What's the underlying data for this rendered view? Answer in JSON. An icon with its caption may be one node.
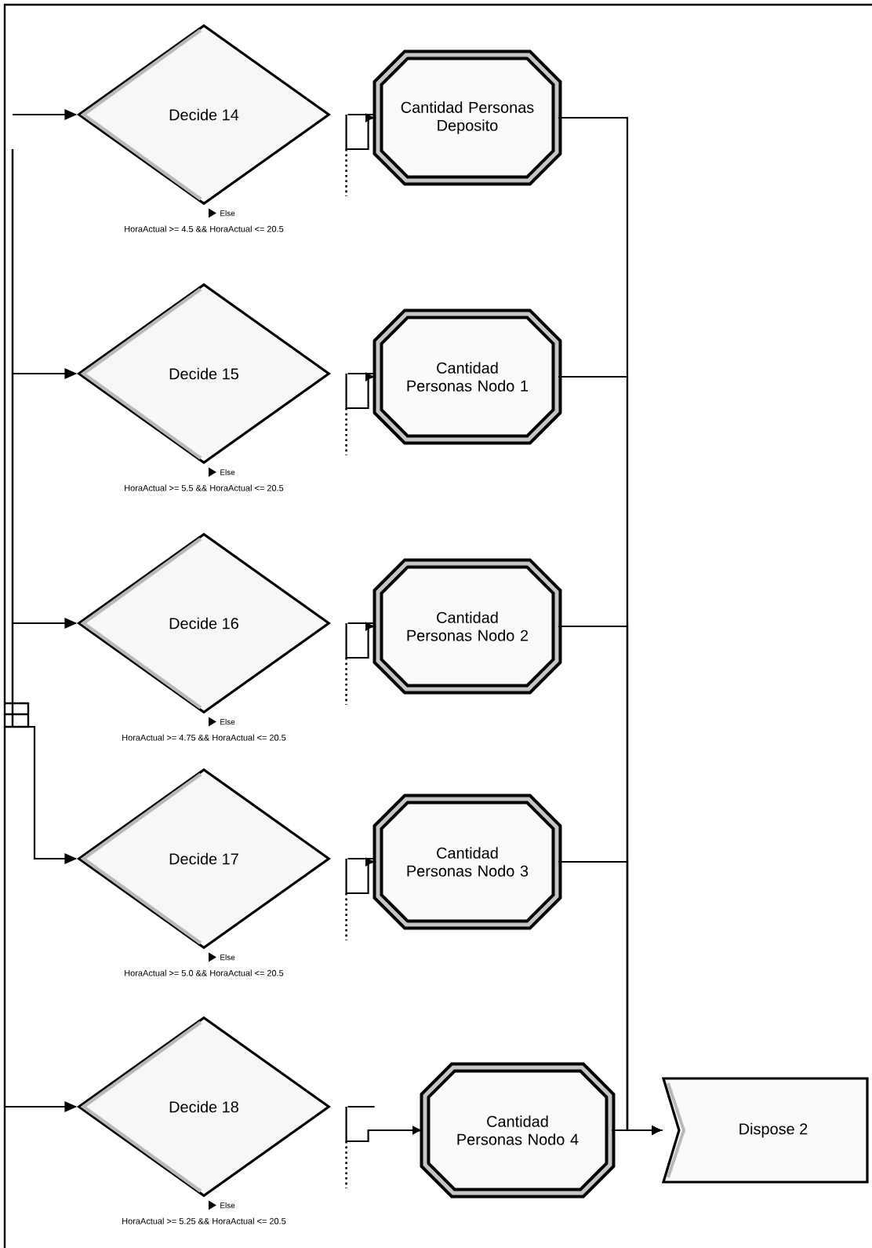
{
  "diagram": {
    "nodes": [
      {
        "text": [
          "Decide 14"
        ],
        "beside": [
          "Else",
          "HoraActual >= 4.5 && HoraActual <= 20.5"
        ]
      },
      {
        "text": [
          "Decide 15"
        ],
        "beside": [
          "Else",
          "HoraActual >= 5.5 && HoraActual <= 20.5"
        ]
      },
      {
        "text": [
          "Decide 16"
        ],
        "beside": [
          "Else",
          "HoraActual >= 4.75 && HoraActual <= 20.5"
        ]
      },
      {
        "text": [
          "Decide 17"
        ],
        "beside": [
          "Else",
          "HoraActual >= 5.0 && HoraActual <= 20.5"
        ]
      },
      {
        "text": [
          "Decide 18"
        ],
        "beside": [
          "Else",
          "HoraActual >= 5.25 && HoraActual <= 20.5"
        ]
      },
      {
        "text": [
          "Cantidad Personas Deposito"
        ]
      },
      {
        "text": [
          "Cantidad Personas Nodo 1"
        ]
      },
      {
        "text": [
          "Cantidad Personas Nodo 2"
        ]
      },
      {
        "text": [
          "Cantidad Personas Nodo 3"
        ]
      },
      {
        "text": [
          "Cantidad Personas Nodo 4"
        ]
      },
      {
        "text": [
          "Dispose 2"
        ]
      }
    ],
    "edges": [
      {
        "from": null,
        "to": 0,
        "arrow": "to"
      },
      {
        "from": null,
        "to": 1,
        "arrow": "to"
      },
      {
        "from": null,
        "to": 2,
        "arrow": "to"
      },
      {
        "from": null,
        "to": 3,
        "arrow": "to"
      },
      {
        "from": null,
        "to": 4,
        "arrow": "to"
      },
      {
        "from": 0,
        "to": 5,
        "arrow": "to"
      },
      {
        "from": 1,
        "to": 6,
        "arrow": "to"
      },
      {
        "from": 2,
        "to": 7,
        "arrow": "to"
      },
      {
        "from": 3,
        "to": 8,
        "arrow": "to"
      },
      {
        "from": 4,
        "to": 9,
        "arrow": "to"
      },
      {
        "from": 5,
        "to": 10,
        "arrow": "to"
      },
      {
        "from": 6,
        "to": 10,
        "arrow": "to"
      },
      {
        "from": 7,
        "to": 10,
        "arrow": "to"
      },
      {
        "from": 8,
        "to": 10,
        "arrow": "to"
      },
      {
        "from": 9,
        "to": 10,
        "arrow": "to"
      }
    ]
  }
}
